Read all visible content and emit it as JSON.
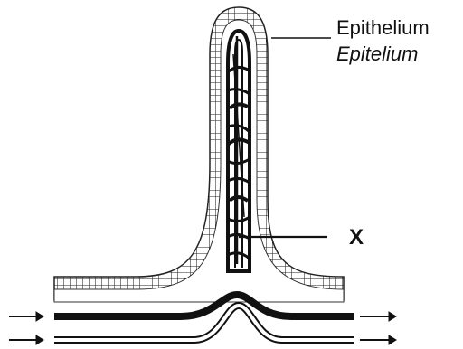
{
  "labels": {
    "epithelium_en": "Epithelium",
    "epithelium_ms": "Epitelium",
    "x": "X"
  },
  "arrows": {
    "in_count": 2,
    "out_count": 2
  }
}
